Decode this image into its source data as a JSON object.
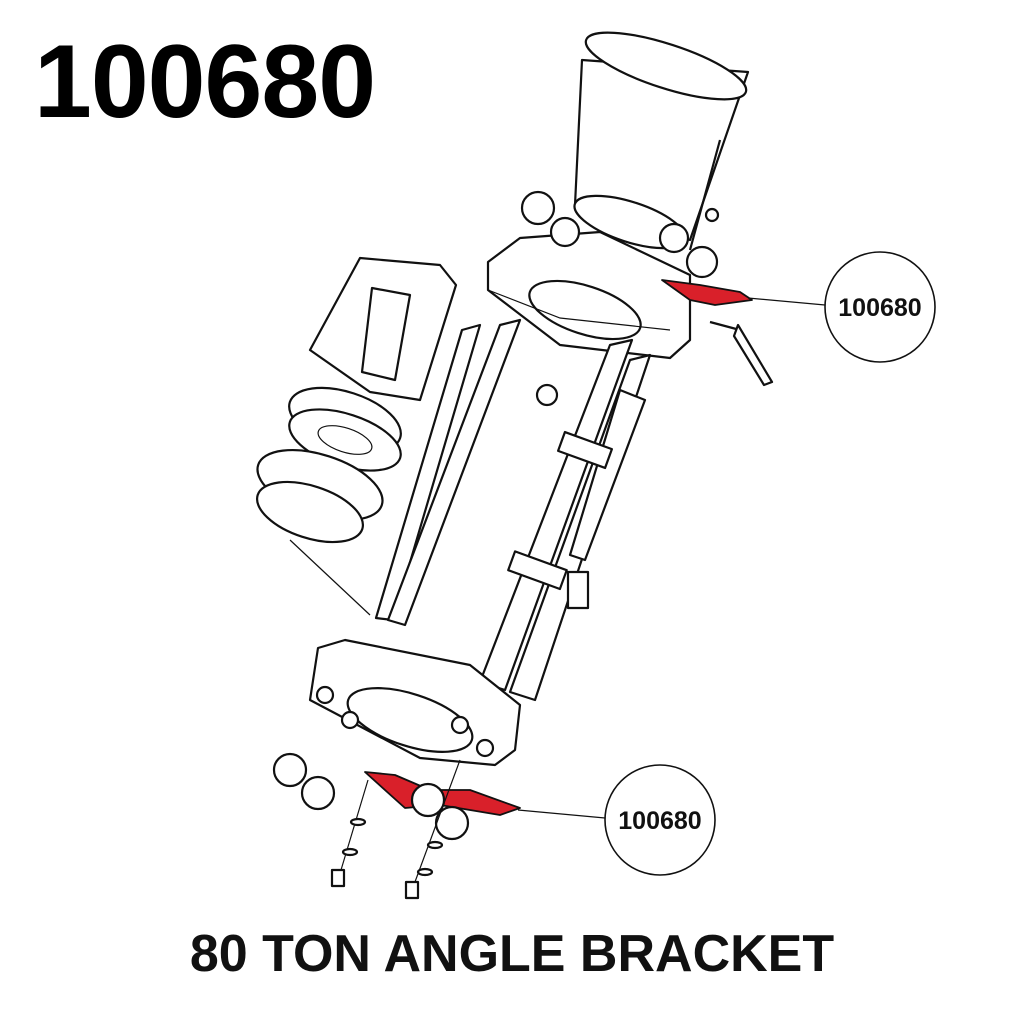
{
  "header": {
    "part_number": "100680"
  },
  "callouts": [
    {
      "label": "100680"
    },
    {
      "label": "100680"
    }
  ],
  "caption": "80 TON ANGLE BRACKET",
  "colors": {
    "highlight": "#d9202a",
    "line": "#111111"
  }
}
